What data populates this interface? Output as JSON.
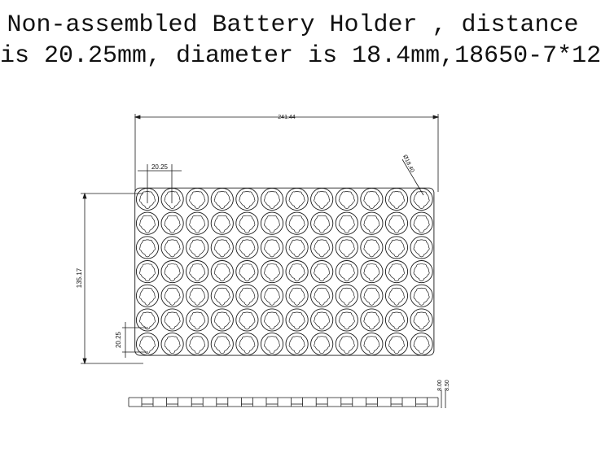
{
  "title": {
    "line1": "Non-assembled Battery Holder , distance",
    "line2": "is 20.25mm, diameter is 18.4mm,18650-7*12"
  },
  "drawing": {
    "columns": 12,
    "rows": 7,
    "overall_width_label": "241.44",
    "overall_height_label": "135.17",
    "pitch_x_label": "20.25",
    "pitch_y_label": "20.25",
    "cell_diameter_label": "Ø18.40",
    "side_thickness_label_1": "8.00",
    "side_thickness_label_2": "8.50",
    "line_color": "#1a1a1a"
  }
}
